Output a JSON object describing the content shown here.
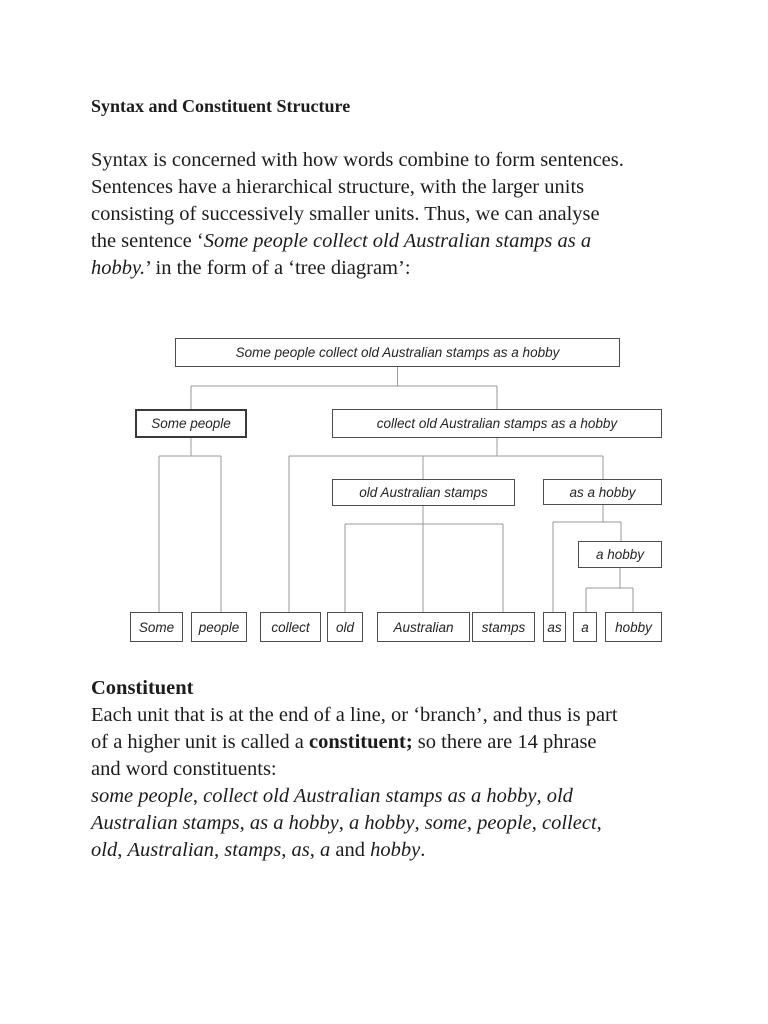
{
  "page": {
    "title": "Syntax and Constituent Structure",
    "intro_lines": [
      [
        {
          "t": "Syntax is concerned with how words combine to form sentences."
        }
      ],
      [
        {
          "t": "Sentences have a hierarchical structure, with the larger units"
        }
      ],
      [
        {
          "t": "consisting of successively smaller units. Thus, we can analyse"
        }
      ],
      [
        {
          "t": "the sentence ‘"
        },
        {
          "t": "Some people collect old Australian stamps as a",
          "i": true
        }
      ],
      [
        {
          "t": "hobby.",
          "i": true
        },
        {
          "t": "’ in the form of a ‘tree diagram’:"
        }
      ]
    ],
    "section": {
      "heading": "Constituent",
      "lines": [
        [
          {
            "t": "Each unit that is at the end of a line, or ‘branch’, and thus is part"
          }
        ],
        [
          {
            "t": "of a higher unit is called a "
          },
          {
            "t": "constituent;",
            "b": true
          },
          {
            "t": " so there are 14 phrase"
          }
        ],
        [
          {
            "t": "and word constituents:"
          }
        ],
        [
          {
            "t": "some people",
            "i": true
          },
          {
            "t": ", "
          },
          {
            "t": "collect old Australian stamps as a hobby",
            "i": true
          },
          {
            "t": ", "
          },
          {
            "t": "old",
            "i": true
          }
        ],
        [
          {
            "t": "Australian stamps",
            "i": true
          },
          {
            "t": ", "
          },
          {
            "t": "as a hobby",
            "i": true
          },
          {
            "t": ", "
          },
          {
            "t": "a hobby",
            "i": true
          },
          {
            "t": ", "
          },
          {
            "t": "some",
            "i": true
          },
          {
            "t": ", "
          },
          {
            "t": "people",
            "i": true
          },
          {
            "t": ", "
          },
          {
            "t": "collect",
            "i": true
          },
          {
            "t": ","
          }
        ],
        [
          {
            "t": "old",
            "i": true
          },
          {
            "t": ", "
          },
          {
            "t": "Australian",
            "i": true
          },
          {
            "t": ", "
          },
          {
            "t": "stamps",
            "i": true
          },
          {
            "t": ", "
          },
          {
            "t": "as",
            "i": true
          },
          {
            "t": ", "
          },
          {
            "t": "a",
            "i": true
          },
          {
            "t": " and "
          },
          {
            "t": "hobby",
            "i": true
          },
          {
            "t": "."
          }
        ]
      ]
    },
    "tree": {
      "nodes": {
        "sentence": "Some people collect old Australian stamps as a hobby",
        "np_some_people": "Some people",
        "vp": "collect old Australian stamps as a hobby",
        "np_old_australian_stamps": "old Australian stamps",
        "pp_as_a_hobby": "as a hobby",
        "np_a_hobby": "a hobby",
        "w_some": "Some",
        "w_people": "people",
        "w_collect": "collect",
        "w_old": "old",
        "w_australian": "Australian",
        "w_stamps": "stamps",
        "w_as": "as",
        "w_a": "a",
        "w_hobby": "hobby"
      },
      "constituent_count": "14"
    },
    "colors": {
      "text": "#1c1c1c",
      "box_border": "#4d4d4d",
      "connector_line": "#9a9a9a",
      "background": "#ffffff"
    }
  }
}
